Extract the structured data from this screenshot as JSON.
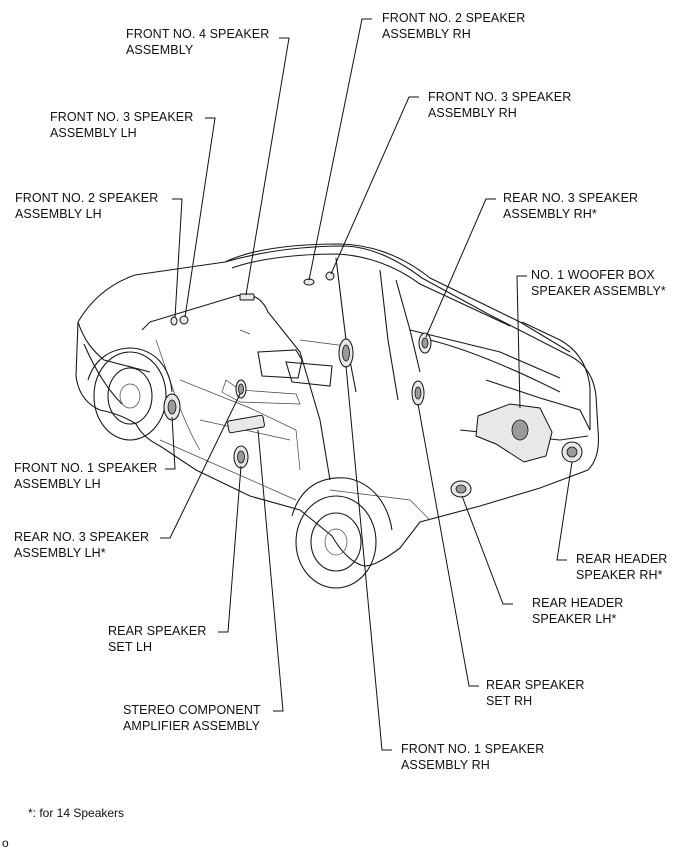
{
  "labels": {
    "front_no4": [
      "FRONT NO. 4 SPEAKER",
      "ASSEMBLY"
    ],
    "front_no2_rh": [
      "FRONT NO. 2 SPEAKER",
      "ASSEMBLY RH"
    ],
    "front_no3_rh": [
      "FRONT NO. 3 SPEAKER",
      "ASSEMBLY RH"
    ],
    "front_no3_lh": [
      "FRONT NO. 3 SPEAKER",
      "ASSEMBLY LH"
    ],
    "front_no2_lh": [
      "FRONT NO. 2 SPEAKER",
      "ASSEMBLY LH"
    ],
    "rear_no3_rh": [
      "REAR NO. 3 SPEAKER",
      "ASSEMBLY RH*"
    ],
    "woofer": [
      "NO. 1 WOOFER BOX",
      "SPEAKER ASSEMBLY*"
    ],
    "front_no1_lh": [
      "FRONT NO. 1 SPEAKER",
      "ASSEMBLY LH"
    ],
    "rear_no3_lh": [
      "REAR NO. 3 SPEAKER",
      "ASSEMBLY LH*"
    ],
    "rear_header_rh": [
      "REAR HEADER",
      "SPEAKER RH*"
    ],
    "rear_header_lh": [
      "REAR HEADER",
      "SPEAKER LH*"
    ],
    "rear_set_lh": [
      "REAR SPEAKER",
      "SET LH"
    ],
    "rear_set_rh": [
      "REAR SPEAKER",
      "SET RH"
    ],
    "amplifier": [
      "STEREO COMPONENT",
      "AMPLIFIER ASSEMBLY"
    ],
    "front_no1_rh": [
      "FRONT NO. 1 SPEAKER",
      "ASSEMBLY RH"
    ]
  },
  "footnote": "*: for 14 Speakers",
  "corner_mark": "o"
}
